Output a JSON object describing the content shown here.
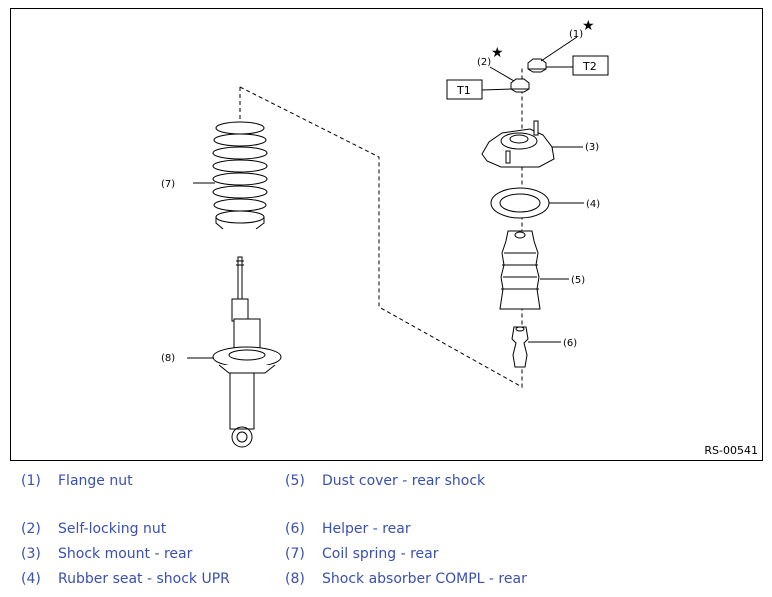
{
  "figure": {
    "id": "RS-00541",
    "callouts": {
      "c1": "(1)",
      "c2": "(2)",
      "c3": "(3)",
      "c4": "(4)",
      "c5": "(5)",
      "c6": "(6)",
      "c7": "(7)",
      "c8": "(8)"
    },
    "torque_labels": {
      "t1": "T1",
      "t2": "T2"
    },
    "star": "★"
  },
  "legend": [
    {
      "num": "(1)",
      "label": "Flange nut"
    },
    {
      "num": "(2)",
      "label": "Self-locking nut"
    },
    {
      "num": "(3)",
      "label": "Shock mount - rear"
    },
    {
      "num": "(4)",
      "label": "Rubber seat - shock UPR"
    },
    {
      "num": "(5)",
      "label": "Dust cover - rear shock"
    },
    {
      "num": "(6)",
      "label": "Helper - rear"
    },
    {
      "num": "(7)",
      "label": "Coil spring - rear"
    },
    {
      "num": "(8)",
      "label": "Shock absorber COMPL - rear"
    }
  ],
  "colors": {
    "legend_text": "#3a4fb0",
    "line": "#000000"
  }
}
